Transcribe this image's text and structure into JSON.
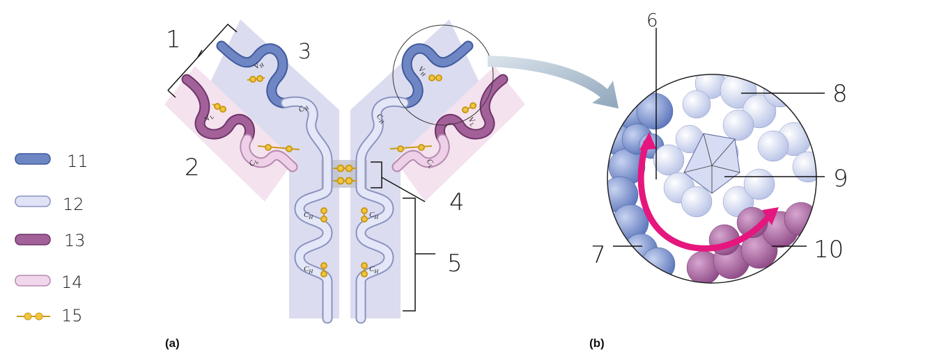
{
  "panels": {
    "a": "(a)",
    "b": "(b)"
  },
  "legend": [
    {
      "number": "11",
      "color": "#6f86c4",
      "stroke": "#3f5a9c",
      "kind": "bar"
    },
    {
      "number": "12",
      "color": "#dfe3f6",
      "stroke": "#8a93c0",
      "kind": "bar"
    },
    {
      "number": "13",
      "color": "#a3619a",
      "stroke": "#6e3468",
      "kind": "bar"
    },
    {
      "number": "14",
      "color": "#f1d7ec",
      "stroke": "#b58ab0",
      "kind": "bar"
    },
    {
      "number": "15",
      "color": "#f2c640",
      "stroke": "#c99a14",
      "kind": "disulfide"
    }
  ],
  "callouts": {
    "c1": "1",
    "c2": "2",
    "c3": "3",
    "c4": "4",
    "c5": "5",
    "c6": "6",
    "c7": "7",
    "c8": "8",
    "c9": "9",
    "c10": "10"
  },
  "region_labels": {
    "vh": "V",
    "vh_sub": "H",
    "vl": "V",
    "vl_sub": "L",
    "ch": "C",
    "ch_sub": "H",
    "cl": "C",
    "cl_sub": "L"
  },
  "colors": {
    "heavy_chain_variable": "#6f86c4",
    "heavy_chain_constant": "#dfe3f6",
    "light_chain_variable": "#a3619a",
    "light_chain_constant": "#f1d7ec",
    "disulfide": "#f2c640",
    "heavy_backdrop": "#dcdcf0",
    "light_backdrop": "#f4e2ee",
    "arrow_magenta": "#e5167e",
    "zoom_arrow": "#9fb4c6"
  }
}
